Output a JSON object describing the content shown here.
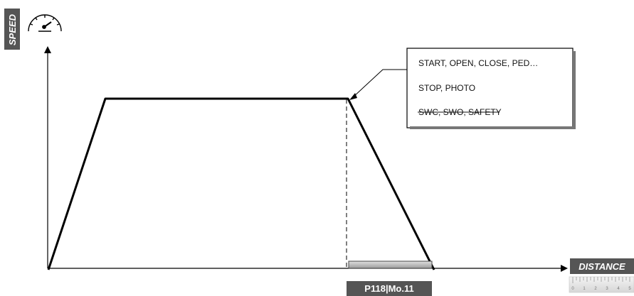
{
  "axes": {
    "y_label": "SPEED",
    "x_label": "DISTANCE"
  },
  "icons": {
    "y_axis_icon": "speedometer-icon",
    "x_axis_icon": "ruler-icon"
  },
  "callout": {
    "lines": [
      {
        "text": "START, OPEN, CLOSE, PED…",
        "strikethrough": false
      },
      {
        "text": "STOP, PHOTO",
        "strikethrough": false
      },
      {
        "text": "SWC, SWO, SAFETY",
        "strikethrough": true
      }
    ]
  },
  "decel_segment": {
    "label": "P118|Mo.11"
  },
  "ruler_numbers": [
    "0",
    "1",
    "2",
    "3",
    "4",
    "5"
  ],
  "colors": {
    "line": "#000000",
    "tag_bg": "#555555",
    "tag_text": "#ffffff",
    "decel_bar": "#bdbdbd"
  }
}
